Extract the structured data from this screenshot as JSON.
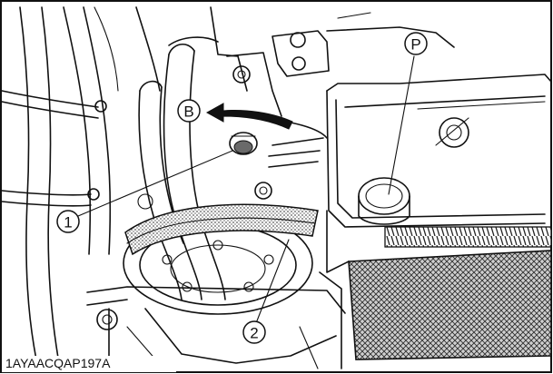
{
  "figure": {
    "image_code": "1AYAACQAP197A",
    "callouts": {
      "item_1": "1",
      "item_2": "2",
      "direction_b": "B",
      "point_p": "P"
    }
  },
  "colors": {
    "line": "#111111",
    "background": "#ffffff",
    "belt_dots": "#6e6e6e",
    "mesh": "#3a3a3a"
  }
}
